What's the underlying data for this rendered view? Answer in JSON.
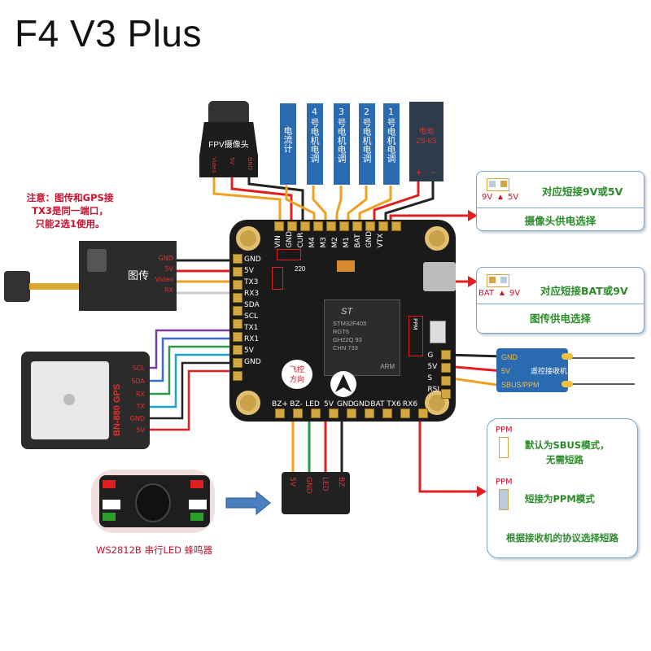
{
  "title": "F4 V3 Plus",
  "note": {
    "line1": "注意：图传和GPS接",
    "line2": "TX3是同一端口，",
    "line3": "只能2选1使用。"
  },
  "camera": {
    "label": "FPV摄像头",
    "pins": [
      "Video",
      "5V",
      "GND"
    ]
  },
  "esc_cables": [
    {
      "label": "电流计"
    },
    {
      "number": "4",
      "label": "号电机电调"
    },
    {
      "number": "3",
      "label": "号电机电调"
    },
    {
      "number": "2",
      "label": "号电机电调"
    },
    {
      "number": "1",
      "label": "号电机电调"
    }
  ],
  "battery": {
    "label": "电池 2S-6S",
    "plus": "+",
    "minus": "−"
  },
  "vtx": {
    "label": "图传",
    "pins": [
      "GND",
      "5V",
      "Video",
      "RX"
    ]
  },
  "gps": {
    "label": "BN-880 GPS",
    "pins": [
      "SCL",
      "SDA",
      "RX",
      "TX",
      "GND",
      "5V"
    ]
  },
  "board": {
    "top_pins": [
      "VIN",
      "GND",
      "CUR",
      "M4",
      "M3",
      "M2",
      "M1",
      "BAT",
      "GND",
      "VTX"
    ],
    "left_pins": [
      "GND",
      "5V",
      "TX3",
      "RX3",
      "SDA",
      "SCL",
      "TX1",
      "RX1",
      "5V",
      "GND"
    ],
    "bottom_pins": [
      "BZ+",
      "BZ-",
      "LED",
      "5V",
      "GND",
      "GND",
      "BAT",
      "TX6",
      "RX6"
    ],
    "right_pins": [
      "G",
      "5V",
      "S",
      "RSI"
    ],
    "ppm_label": "PPM",
    "heading": "飞控\n方向",
    "chip": {
      "brand": "ST",
      "line1": "STM32F405",
      "line2": "RGT6",
      "line3": "GH22Q 93",
      "line4": "CHN 733",
      "corner": "ARM"
    },
    "resistor": "220"
  },
  "callout_cam": {
    "pad_left": "9V",
    "pad_right": "5V",
    "title": "对应短接9V或5V",
    "subtitle": "摄像头供电选择"
  },
  "callout_vtx": {
    "pad_left": "BAT",
    "pad_right": "9V",
    "title": "对应短接BAT或9V",
    "subtitle": "图传供电选择"
  },
  "receiver": {
    "label": "遥控接收机",
    "pins": [
      "GND",
      "5V",
      "SBUS/PPM"
    ]
  },
  "callout_ppm": {
    "tag1": "PPM",
    "default": "默认为SBUS模式，",
    "default2": "无需短路",
    "tag2": "PPM",
    "short": "短接为PPM模式",
    "footer": "根据接收机的协议选择短路"
  },
  "led_module": {
    "label": "WS2812B 串行LED 蜂鸣器"
  },
  "connector": {
    "pins": [
      "5V",
      "GND",
      "LED",
      "BZ"
    ]
  },
  "colors": {
    "red_arrow": "#e02020",
    "board": "#1a1a1a",
    "gold": "#d4a640",
    "blue": "#4a80c0",
    "green": "#2a8a2a"
  }
}
